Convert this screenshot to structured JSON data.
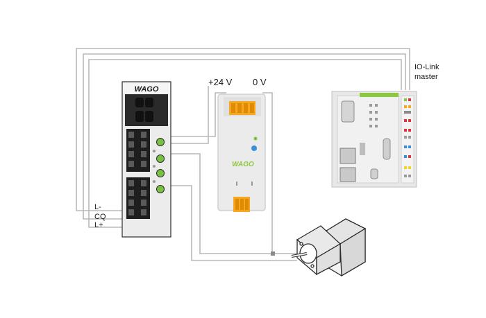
{
  "labels": {
    "plus24v": "+24 V",
    "zero_v": "0 V",
    "iolink_line1": "IO-Link",
    "iolink_line2": "master",
    "wire_l_minus": "L-",
    "wire_cq": "CQ",
    "wire_l_plus": "L+"
  },
  "devices": {
    "io_module_logo": "WAGO",
    "power_supply_logo": "WAGO"
  },
  "colors": {
    "wire": "#b8b8b8",
    "device_body": "#e6e6e6",
    "device_outline": "#2b2b2b",
    "terminal_black": "#1e1e1e",
    "led_green": "#7ac143",
    "connector_orange": "#f5a623",
    "logo_green": "#8dc63f",
    "port_blue": "#3b8fd9",
    "port_red": "#d9363e",
    "port_yellow": "#f2d42b"
  }
}
